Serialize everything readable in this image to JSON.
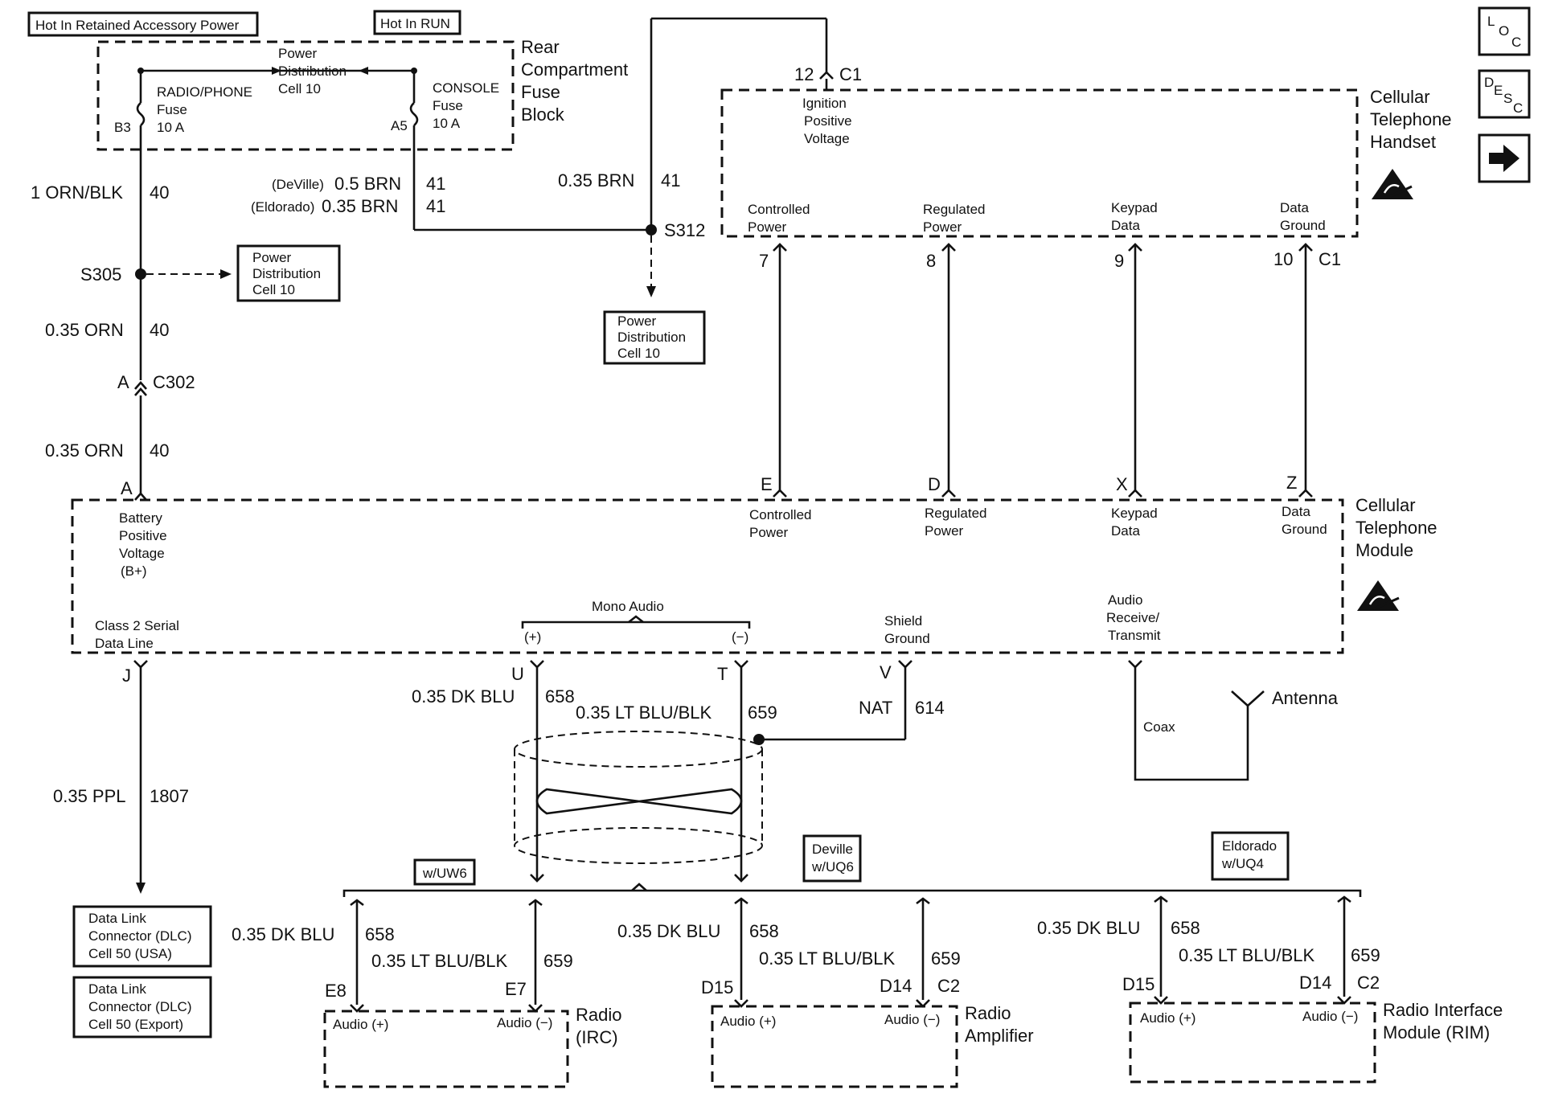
{
  "header": {
    "hot_rap": "Hot In Retained Accessory Power",
    "hot_run": "Hot In RUN"
  },
  "nav": {
    "loc_l": "L",
    "loc_o": "O",
    "loc_c": "C",
    "desc_d": "D",
    "desc_e": "E",
    "desc_s": "S",
    "desc_c": "C",
    "arrow_icon": "right-arrow-icon"
  },
  "fuse_block": {
    "name": [
      "Rear",
      "Compartment",
      "Fuse",
      "Block"
    ],
    "pdc": [
      "Power",
      "Distribution",
      "Cell 10"
    ],
    "radio_fuse": [
      "RADIO/PHONE",
      "Fuse",
      "10 A"
    ],
    "console_fuse": [
      "CONSOLE",
      "Fuse",
      "10 A"
    ],
    "b3": "B3",
    "a5": "A5"
  },
  "left_wires": {
    "w1_color": "1 ORN/BLK",
    "w1_num": "40",
    "s305": "S305",
    "pdc2": [
      "Power",
      "Distribution",
      "Cell 10"
    ],
    "w2_color": "0.35 ORN",
    "w2_num": "40",
    "c302_a": "A",
    "c302": "C302",
    "w3_color": "0.35 ORN",
    "w3_num": "40",
    "module_a": "A"
  },
  "brn_wires": {
    "deville": "(DeVille)",
    "deville_color": "0.5 BRN",
    "deville_num": "41",
    "eldorado": "(Eldorado)",
    "eldorado_color": "0.35 BRN",
    "eldorado_num": "41",
    "main_color": "0.35 BRN",
    "main_num": "41",
    "s312": "S312",
    "pdc3": [
      "Power",
      "Distribution",
      "Cell 10"
    ]
  },
  "handset": {
    "name": [
      "Cellular",
      "Telephone",
      "Handset"
    ],
    "pin12": "12",
    "c1": "C1",
    "ignition": [
      "Ignition",
      "Positive",
      "Voltage"
    ],
    "controlled": [
      "Controlled",
      "Power"
    ],
    "regulated": [
      "Regulated",
      "Power"
    ],
    "keypad": [
      "Keypad",
      "Data"
    ],
    "data_ground": [
      "Data",
      "Ground"
    ],
    "p7": "7",
    "p8": "8",
    "p9": "9",
    "p10": "10",
    "c1b": "C1",
    "esd_icon": "esd-warning-icon"
  },
  "module": {
    "name": [
      "Cellular",
      "Telephone",
      "Module"
    ],
    "pE": "E",
    "pD": "D",
    "pX": "X",
    "pZ": "Z",
    "controlled": [
      "Controlled",
      "Power"
    ],
    "regulated": [
      "Regulated",
      "Power"
    ],
    "keypad": [
      "Keypad",
      "Data"
    ],
    "data_ground": [
      "Data",
      "Ground"
    ],
    "battery": [
      "Battery",
      "Positive",
      "Voltage",
      "(B+)"
    ],
    "class2": [
      "Class 2 Serial",
      "Data Line"
    ],
    "mono_audio": "Mono Audio",
    "plus": "(+)",
    "minus": "(−)",
    "shield": [
      "Shield",
      "Ground"
    ],
    "audio_rt": [
      "Audio",
      "Receive/",
      "Transmit"
    ],
    "pJ": "J",
    "pU": "U",
    "pT": "T",
    "pV": "V",
    "esd_icon": "esd-warning-icon"
  },
  "lower": {
    "ppl_color": "0.35 PPL",
    "ppl_num": "1807",
    "dlc_usa": [
      "Data Link",
      "Connector (DLC)",
      "Cell 50 (USA)"
    ],
    "dlc_export": [
      "Data Link",
      "Connector (DLC)",
      "Cell 50 (Export)"
    ],
    "dkblu": "0.35 DK BLU",
    "n658": "658",
    "ltblu": "0.35 LT BLU/BLK",
    "n659": "659",
    "nat": "NAT",
    "n614": "614",
    "coax": "Coax",
    "antenna": "Antenna"
  },
  "branches": {
    "uw6": "w/UW6",
    "deville_uq6": [
      "Deville",
      "w/UQ6"
    ],
    "eldorado_uq4": [
      "Eldorado",
      "w/UQ4"
    ],
    "dkblu": "0.35 DK BLU",
    "n658": "658",
    "ltblu": "0.35 LT BLU/BLK",
    "n659": "659",
    "e8": "E8",
    "e7": "E7",
    "d15": "D15",
    "d14": "D14",
    "c2": "C2",
    "audio_plus": "Audio (+)",
    "audio_minus": "Audio (−)",
    "radio": [
      "Radio",
      "(IRC)"
    ],
    "amp": [
      "Radio",
      "Amplifier"
    ],
    "rim": [
      "Radio Interface",
      "Module (RIM)"
    ]
  }
}
